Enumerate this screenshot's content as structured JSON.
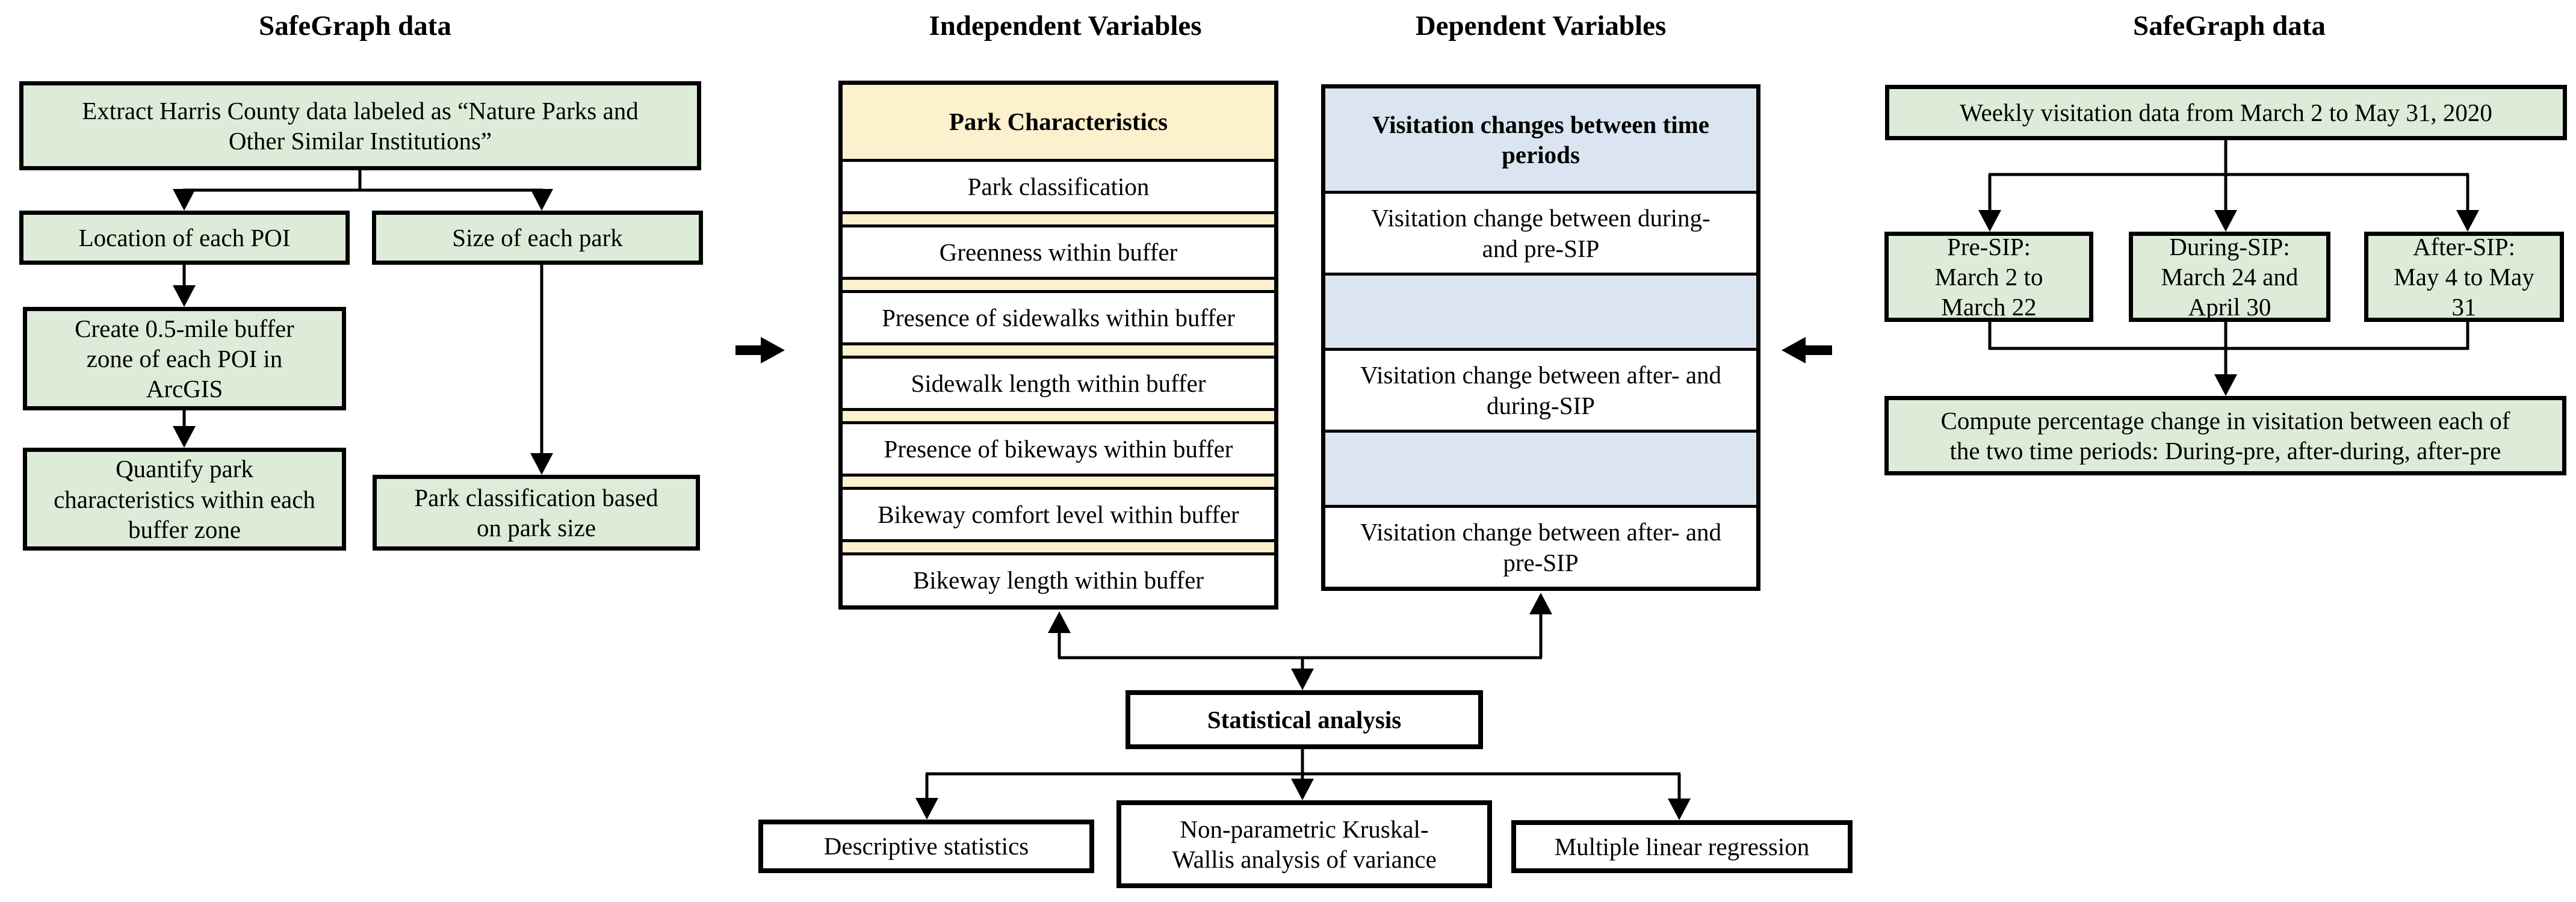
{
  "titles": {
    "left": "SafeGraph data",
    "independent": "Independent Variables",
    "dependent": "Dependent Variables",
    "right": "SafeGraph data"
  },
  "left_flow": {
    "extract": "Extract Harris County data labeled as “Nature Parks and\nOther Similar Institutions”",
    "location": "Location of each POI",
    "size": "Size of each park",
    "buffer": "Create 0.5-mile buffer\nzone of each POI in\nArcGIS",
    "quantify": "Quantify park\ncharacteristics within each\nbuffer zone",
    "classification": "Park classification based\non park size"
  },
  "independent_table": {
    "header": "Park Characteristics",
    "rows": [
      "Park classification",
      "Greenness within buffer",
      "Presence of sidewalks within buffer",
      "Sidewalk length within buffer",
      "Presence of bikeways within buffer",
      "Bikeway comfort level within buffer",
      "Bikeway length within buffer"
    ]
  },
  "dependent_table": {
    "header": "Visitation changes between time\nperiods",
    "rows": [
      "Visitation change between during-\nand pre-SIP",
      "Visitation change between after- and\nduring-SIP",
      "Visitation change between after- and\npre-SIP"
    ]
  },
  "right_flow": {
    "weekly": "Weekly visitation data from March 2 to May 31, 2020",
    "pre_sip": "Pre-SIP:\nMarch 2 to\nMarch 22",
    "during_sip": "During-SIP:\nMarch 24 and\nApril 30",
    "after_sip": "After-SIP:\nMay 4 to May\n31",
    "compute": "Compute percentage change in visitation between each of\nthe two time periods: During-pre, after-during, after-pre"
  },
  "analysis": {
    "statistical": "Statistical analysis",
    "descriptive": "Descriptive statistics",
    "kruskal": "Non-parametric Kruskal-\nWallis analysis of variance",
    "regression": "Multiple linear regression"
  },
  "colors": {
    "box_green": "#ddecd8",
    "table_tan": "#fcf0cd",
    "table_blue": "#dbe5f1",
    "line_black": "#000000",
    "background": "#ffffff"
  }
}
